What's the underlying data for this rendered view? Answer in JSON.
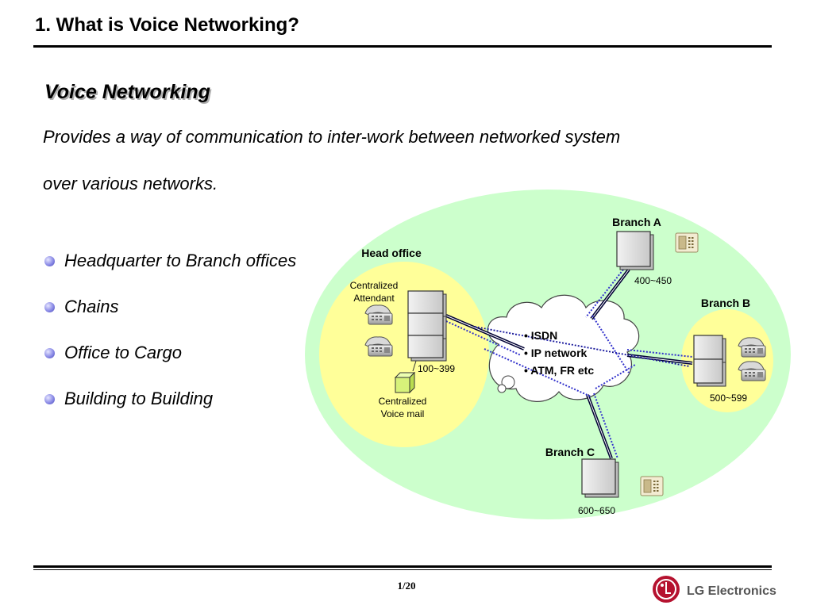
{
  "slide": {
    "title": "1. What is Voice Networking?",
    "heading": "Voice Networking",
    "description_line1": "Provides a way of communication to inter-work between networked system",
    "description_line2": "over various networks.",
    "bullets": [
      "Headquarter to Branch offices",
      "Chains",
      "Office to Cargo",
      "Building to Building"
    ],
    "page_number": "1/20"
  },
  "diagram": {
    "head_office": {
      "title": "Head office",
      "attendant_line1": "Centralized",
      "attendant_line2": "Attendant",
      "range": "100~399",
      "voicemail_line1": "Centralized",
      "voicemail_line2": "Voice mail"
    },
    "branch_a": {
      "title": "Branch A",
      "range": "400~450"
    },
    "branch_b": {
      "title": "Branch B",
      "range": "500~599"
    },
    "branch_c": {
      "title": "Branch C",
      "range": "600~650"
    },
    "cloud_items": [
      "• ISDN",
      "• IP network",
      "• ATM, FR etc"
    ]
  },
  "logo": {
    "text": "LG Electronics",
    "mark": "LG"
  },
  "colors": {
    "outer_ellipse": "#ccffcc",
    "site_ellipse": "#ffff99",
    "link_dark": "#000033",
    "link_blue": "#3333cc",
    "logo_red": "#b5122f"
  }
}
